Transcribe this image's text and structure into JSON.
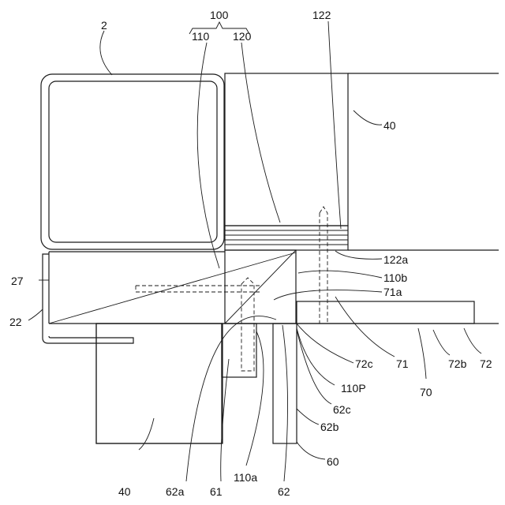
{
  "labels": {
    "l100": "100",
    "l110": "110",
    "l120": "120",
    "l122": "122",
    "l2": "2",
    "l40_top": "40",
    "l122a": "122a",
    "l110b": "110b",
    "l27": "27",
    "l71a": "71a",
    "l22": "22",
    "l72c": "72c",
    "l71": "71",
    "l72b": "72b",
    "l72": "72",
    "l70": "70",
    "l110P": "110P",
    "l62c": "62c",
    "l62b": "62b",
    "l60": "60",
    "l40_bottom": "40",
    "l62a": "62a",
    "l61": "61",
    "l110a": "110a",
    "l62": "62"
  }
}
